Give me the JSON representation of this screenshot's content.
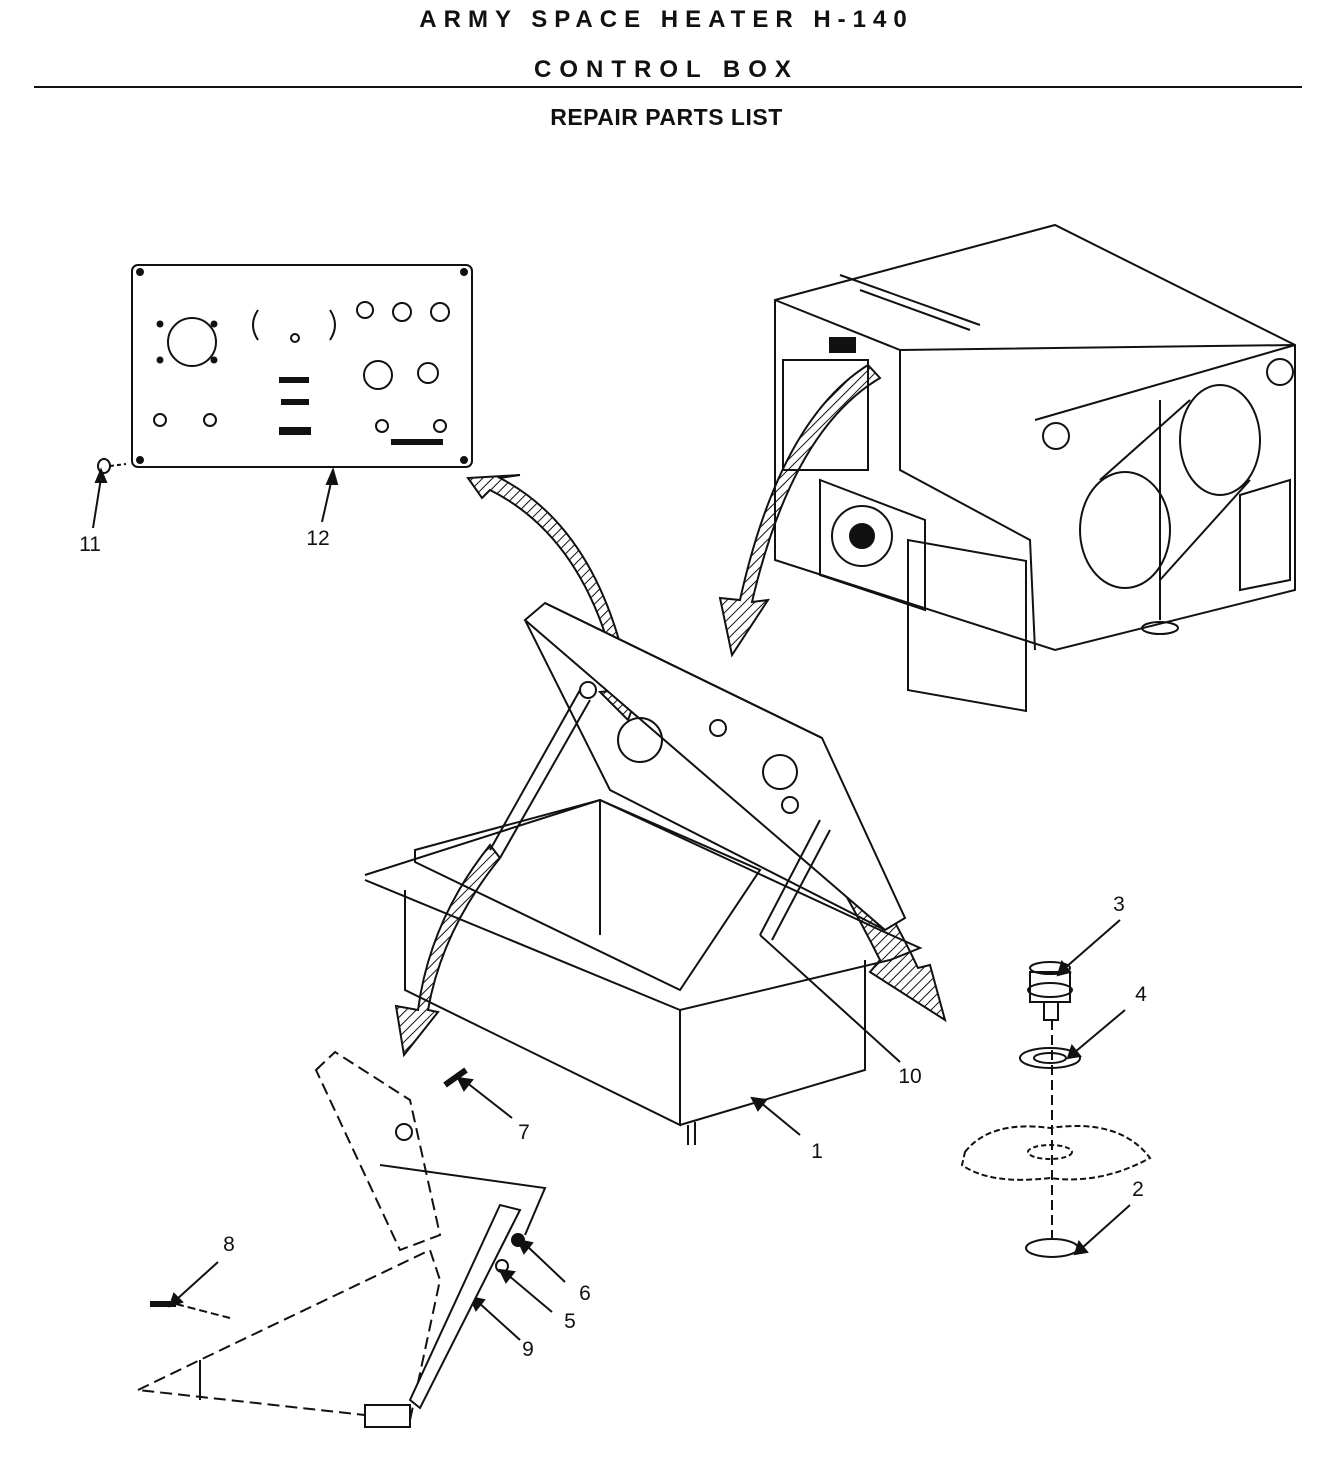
{
  "header": {
    "title": "ARMY SPACE HEATER H-140",
    "subtitle": "CONTROL BOX",
    "section": "REPAIR PARTS LIST"
  },
  "callouts": {
    "c1": "1",
    "c2": "2",
    "c3": "3",
    "c4": "4",
    "c5": "5",
    "c6": "6",
    "c7": "7",
    "c8": "8",
    "c9": "9",
    "c10": "10",
    "c11": "11",
    "c12": "12"
  }
}
